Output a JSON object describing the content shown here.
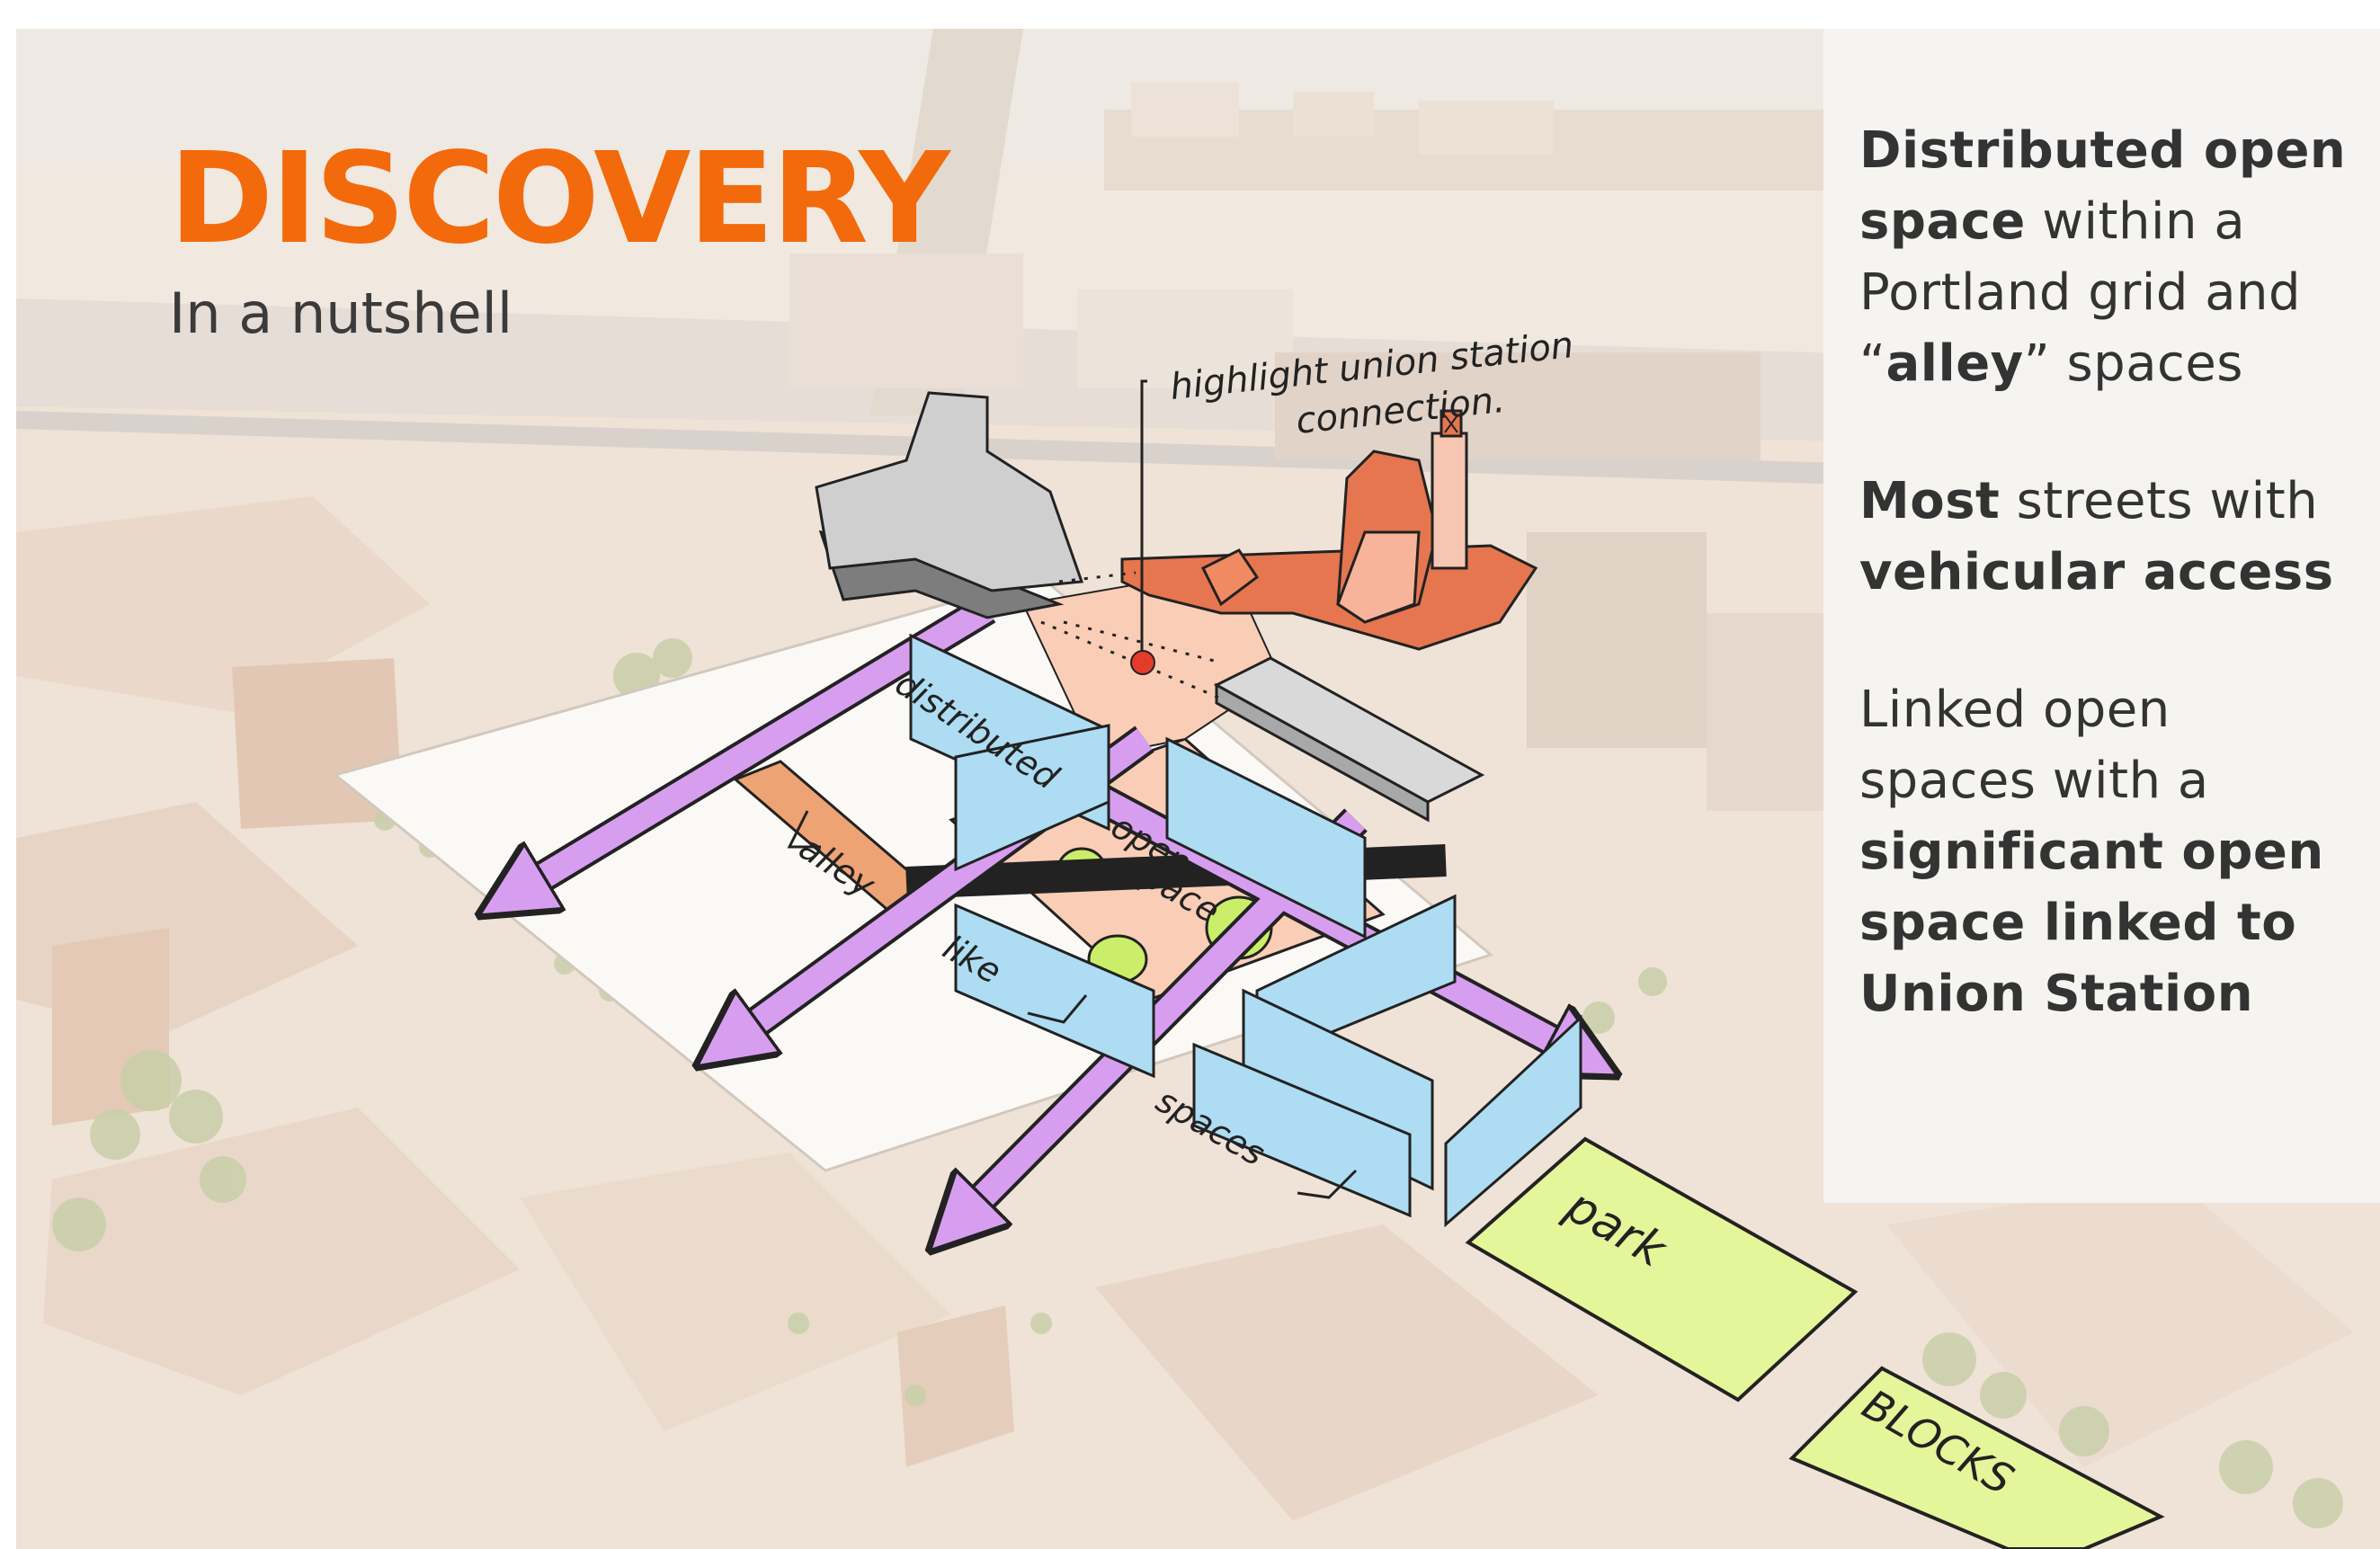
{
  "slide": {
    "title": "DISCOVERY",
    "subtitle": "In a nutshell",
    "accent_color": "#f26a0b"
  },
  "panel": {
    "p1": {
      "b1": "Distributed open space",
      "t1": " within a Portland grid and “",
      "b2": "alley",
      "t2": "” spaces"
    },
    "p2": {
      "b1": "Most",
      "t1": " streets with ",
      "b2": "vehicular access"
    },
    "p3": {
      "t1": "Linked open spaces with a ",
      "b1": "significant open space linked to Union Station"
    }
  },
  "sketch": {
    "annotation_line1": "highlight union station",
    "annotation_line2": "connection.",
    "label_distributed": "distributed",
    "label_open": "open",
    "label_space": "space",
    "label_alley": "alley",
    "label_like": "like",
    "label_spaces": "spaces",
    "label_park": "park",
    "label_blocks": "BLOCKS",
    "street_color": "#d79ef0",
    "plaza_color": "#f9cdb6",
    "wall_color": "#aedcf2",
    "park_color": "#e5f59a",
    "station_color": "#e5764f",
    "alley_color": "#eea374"
  }
}
